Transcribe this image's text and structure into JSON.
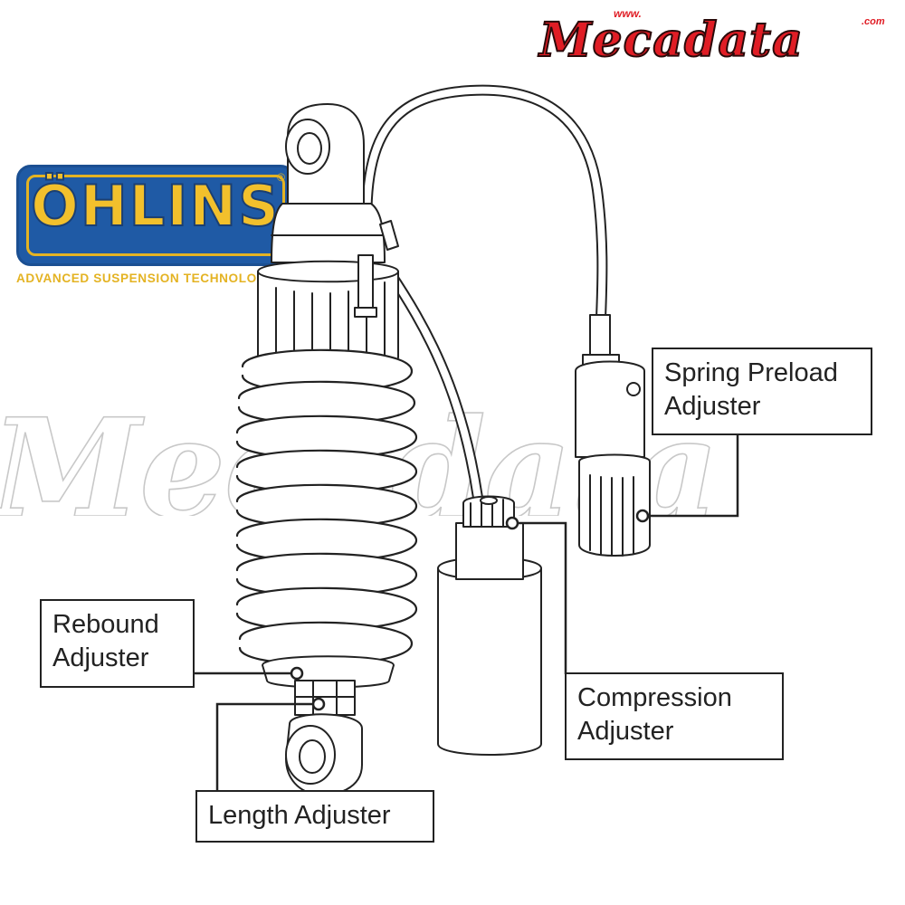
{
  "watermark": {
    "text": "Mecadata"
  },
  "brand": {
    "www": "www.",
    "name": "Mecadata",
    "tld": ".com"
  },
  "logo": {
    "name": "ÖHLINS",
    "registered": "®",
    "tagline": "ADVANCED SUSPENSION TECHNOLOGY"
  },
  "labels": {
    "spring_preload": {
      "line1": "Spring Preload",
      "line2": "Adjuster"
    },
    "rebound": {
      "line1": "Rebound",
      "line2": "Adjuster"
    },
    "compression": {
      "line1": "Compression",
      "line2": "Adjuster"
    },
    "length": {
      "line1": "Length Adjuster"
    }
  },
  "colors": {
    "logo_blue": "#1f5aa5",
    "logo_gold": "#e4b323",
    "brand_red": "#e01d25",
    "line": "#222222"
  }
}
